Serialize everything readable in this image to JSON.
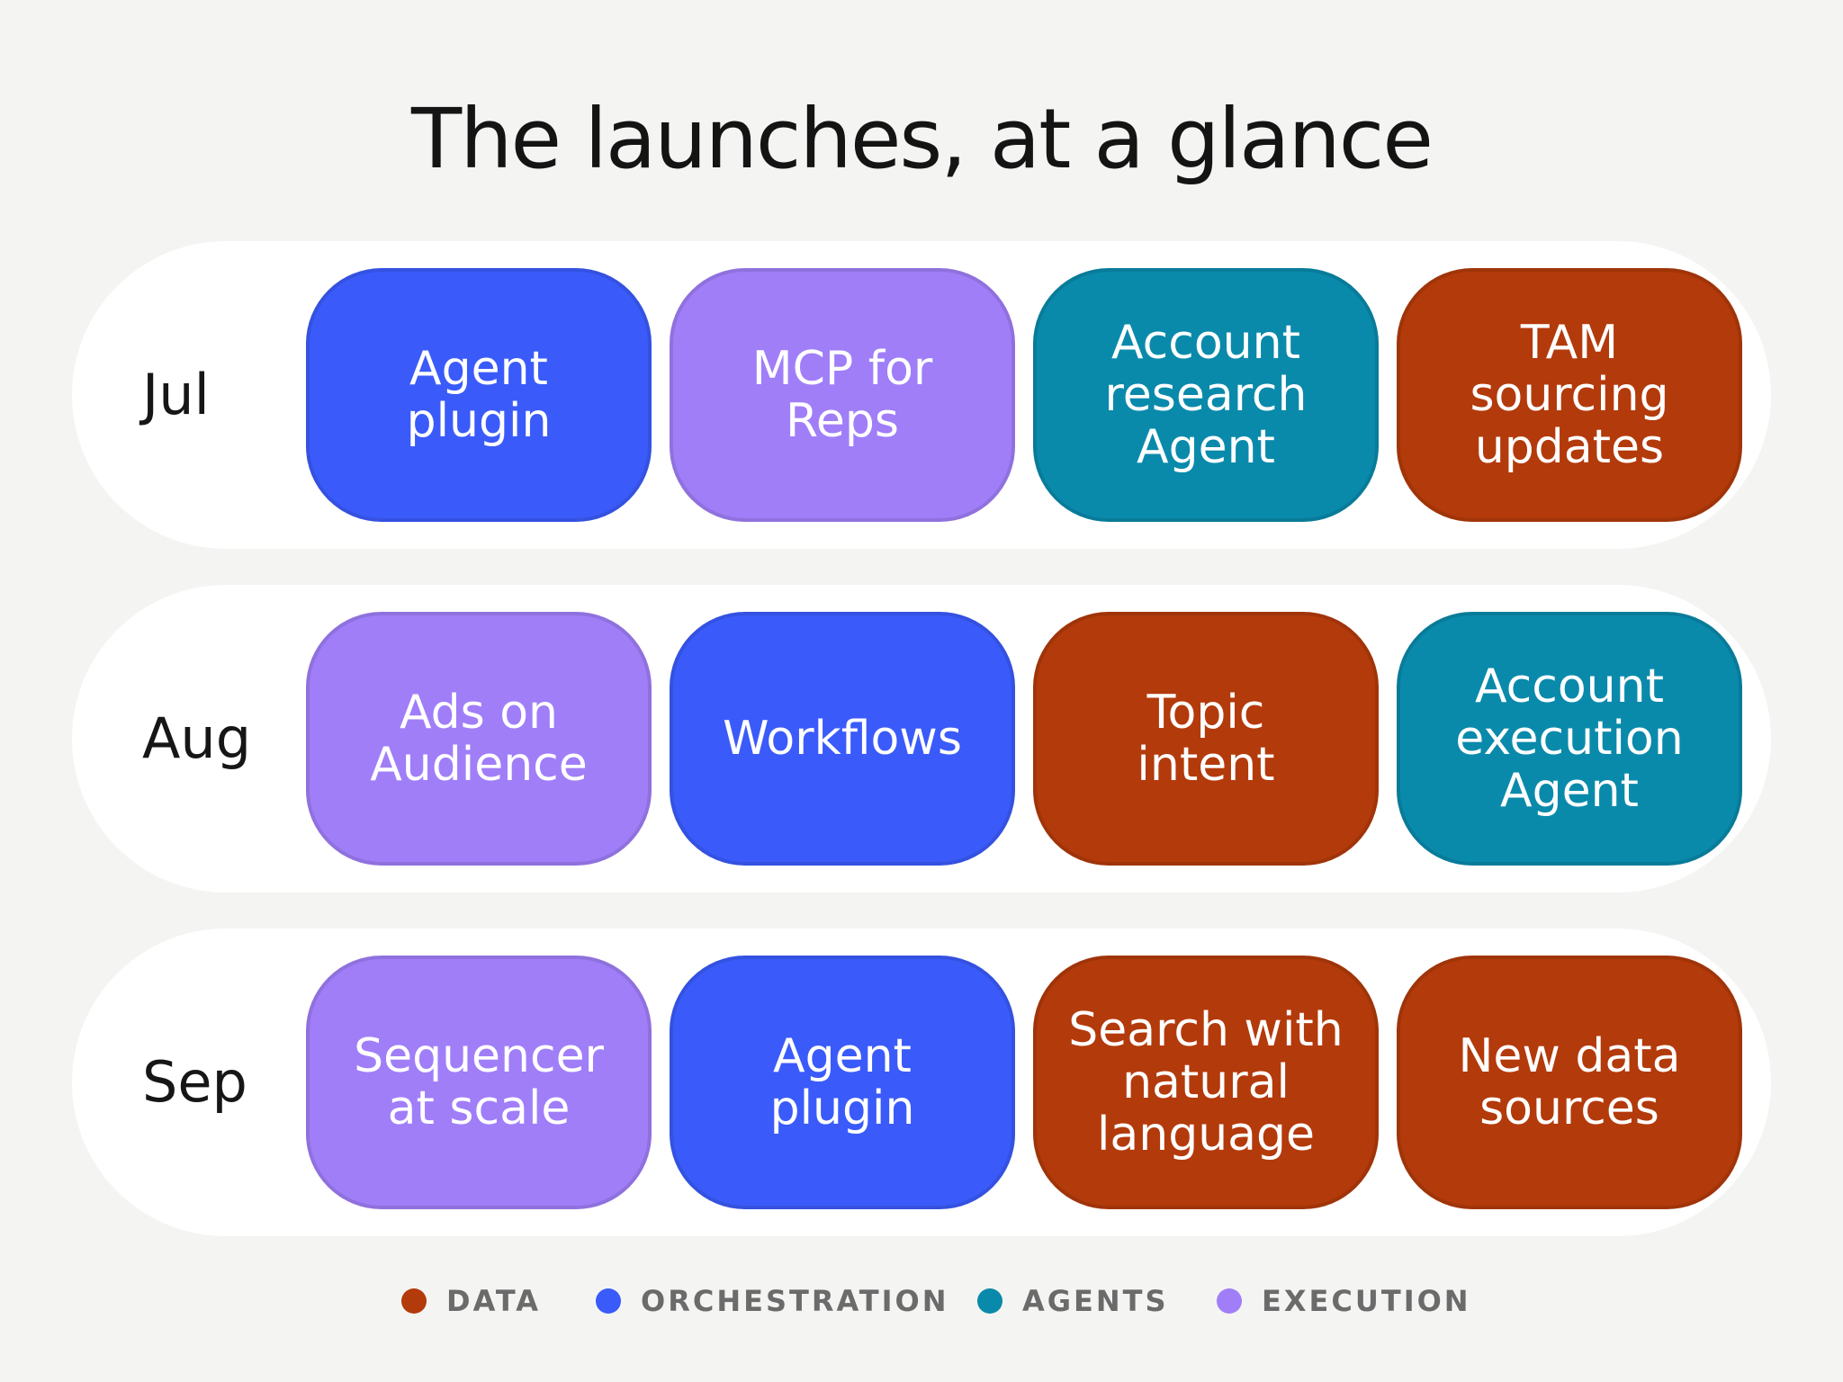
{
  "title": "The launches, at a glance",
  "colors": {
    "data": "#b33a0b",
    "orchestration": "#3a5bfa",
    "agents": "#0a8aab",
    "execution": "#a07ef8"
  },
  "rows": [
    {
      "month": "Jul",
      "cards": [
        {
          "label": "Agent\nplugin",
          "category": "orchestration"
        },
        {
          "label": "MCP for\nReps",
          "category": "execution"
        },
        {
          "label": "Account\nresearch\nAgent",
          "category": "agents"
        },
        {
          "label": "TAM\nsourcing\nupdates",
          "category": "data"
        }
      ]
    },
    {
      "month": "Aug",
      "cards": [
        {
          "label": "Ads on\nAudience",
          "category": "execution"
        },
        {
          "label": "Workflows",
          "category": "orchestration"
        },
        {
          "label": "Topic\nintent",
          "category": "data"
        },
        {
          "label": "Account\nexecution\nAgent",
          "category": "agents"
        }
      ]
    },
    {
      "month": "Sep",
      "cards": [
        {
          "label": "Sequencer\nat scale",
          "category": "execution"
        },
        {
          "label": "Agent\nplugin",
          "category": "orchestration"
        },
        {
          "label": "Search with\nnatural\nlanguage",
          "category": "data"
        },
        {
          "label": "New data\nsources",
          "category": "data"
        }
      ]
    }
  ],
  "legend": [
    {
      "label": "DATA",
      "category": "data"
    },
    {
      "label": "ORCHESTRATION",
      "category": "orchestration"
    },
    {
      "label": "AGENTS",
      "category": "agents"
    },
    {
      "label": "EXECUTION",
      "category": "execution"
    }
  ]
}
